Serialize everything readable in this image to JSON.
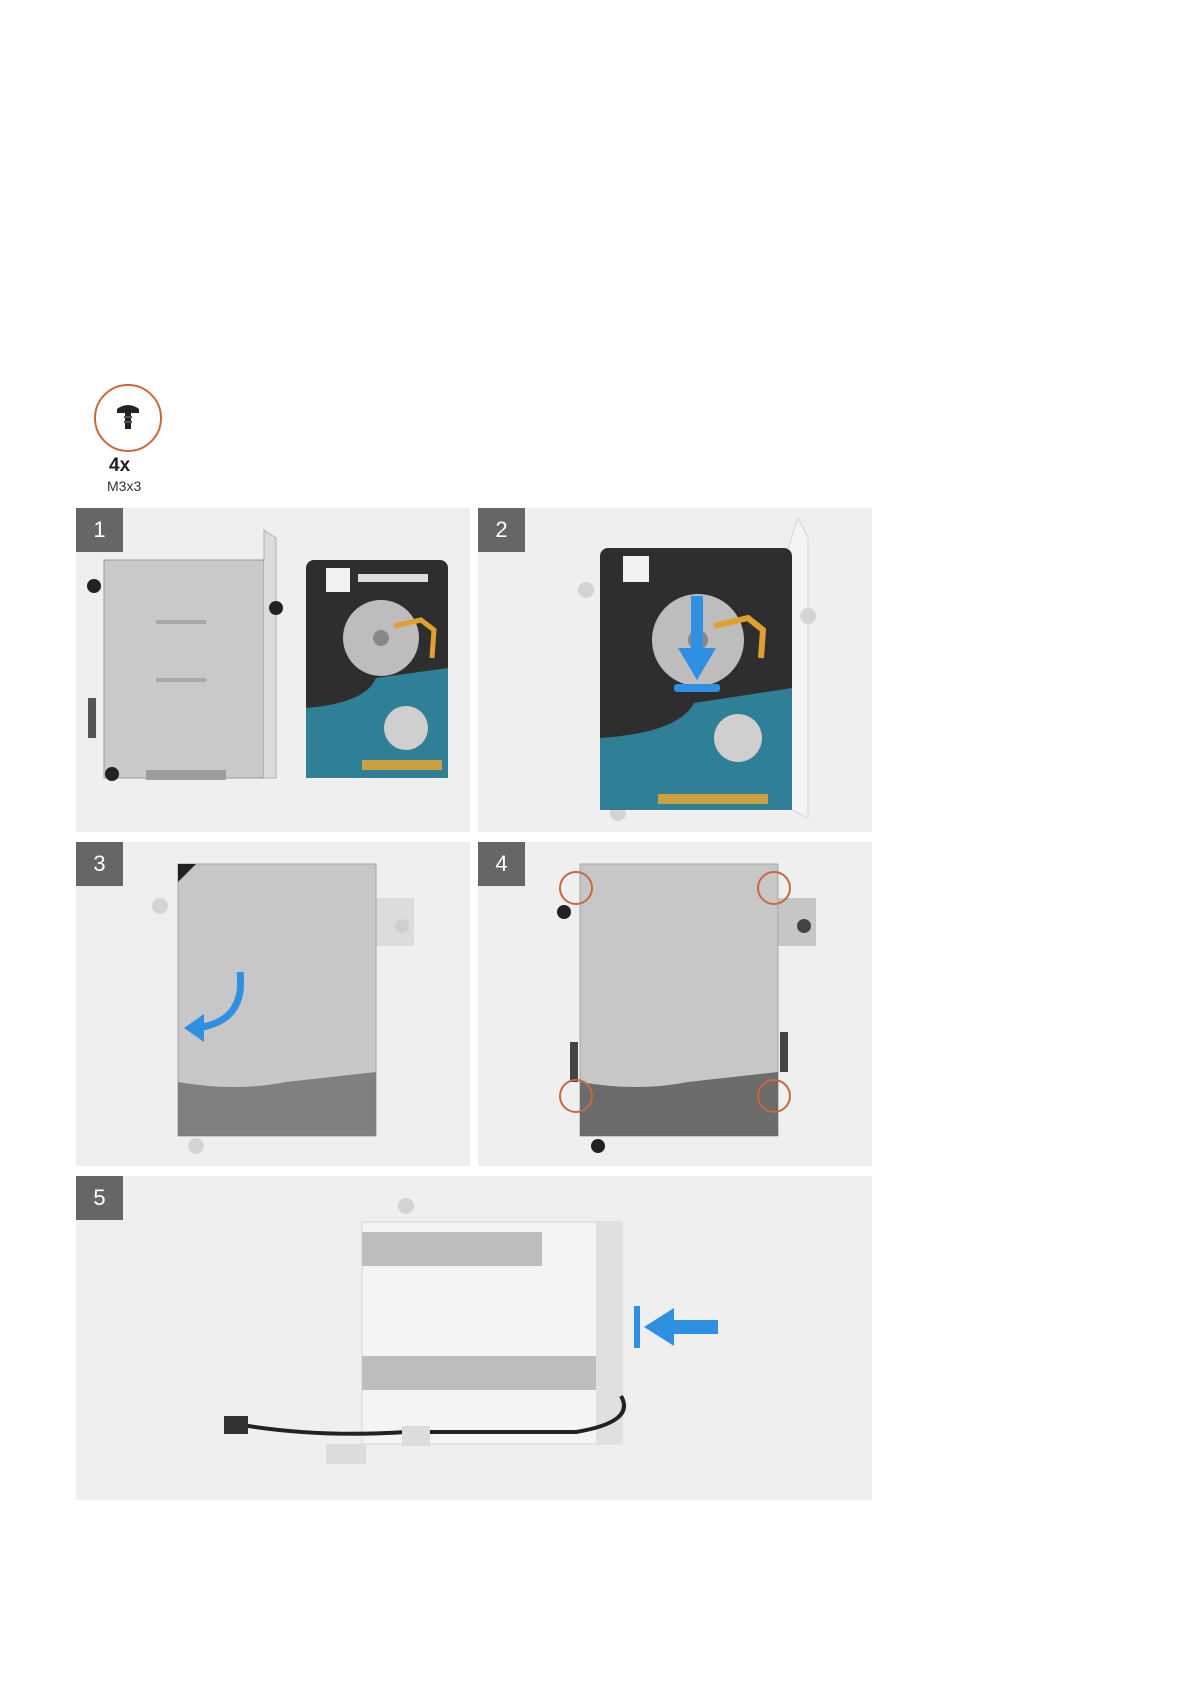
{
  "screw": {
    "quantity": "4x",
    "size": "M3x3"
  },
  "steps": [
    {
      "number": "1"
    },
    {
      "number": "2"
    },
    {
      "number": "3"
    },
    {
      "number": "4"
    },
    {
      "number": "5"
    }
  ],
  "colors": {
    "panel_background": "#efefef",
    "step_badge": "#666666",
    "callout_circle": "#c8693a",
    "arrow": "#2f8fe0",
    "pcb": "#2f7f96",
    "bracket": "#c7c7c7"
  }
}
